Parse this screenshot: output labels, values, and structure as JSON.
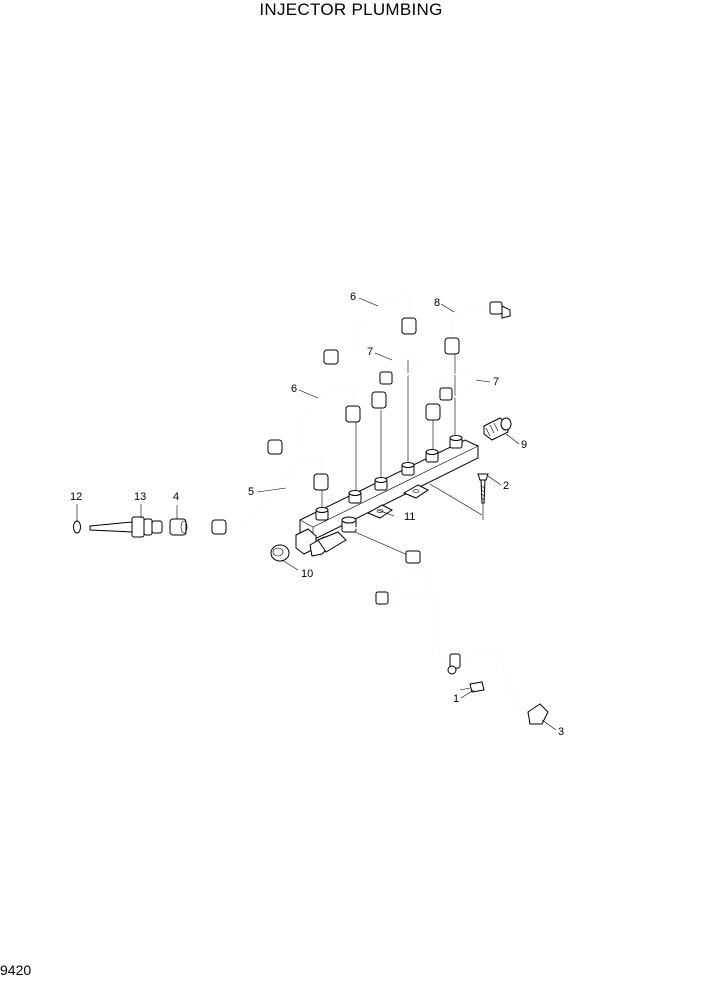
{
  "title": "INJECTOR PLUMBING",
  "page_code": "9420",
  "callouts": {
    "c1": "1",
    "c2": "2",
    "c3": "3",
    "c4": "4",
    "c5": "5",
    "c6a": "6",
    "c6b": "6",
    "c7a": "7",
    "c7b": "7",
    "c8": "8",
    "c9": "9",
    "c10": "10",
    "c11": "11",
    "c12": "12",
    "c13": "13"
  }
}
